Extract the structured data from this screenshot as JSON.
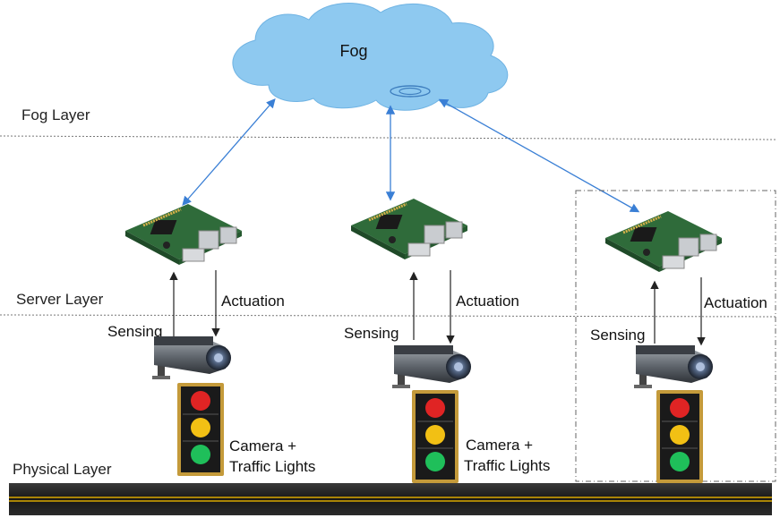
{
  "cloud": {
    "label": "Fog",
    "color": "#8ec9f0"
  },
  "layers": {
    "fog": "Fog Layer",
    "server": "Server Layer",
    "physical": "Physical Layer"
  },
  "nodes": [
    {
      "id": "left",
      "sensing": "Sensing",
      "actuation": "Actuation",
      "caption_line1": "Camera +",
      "caption_line2": "Traffic Lights"
    },
    {
      "id": "middle",
      "sensing": "Sensing",
      "actuation": "Actuation",
      "caption_line1": "Camera +",
      "caption_line2": "Traffic Lights"
    },
    {
      "id": "right",
      "sensing": "Sensing",
      "actuation": "Actuation"
    }
  ],
  "colors": {
    "link_arrow": "#3a7fd5",
    "board_green": "#2f6b3a",
    "red_light": "#e02424",
    "yellow_light": "#f2c014",
    "green_light": "#1fbf5a",
    "road": "#1c1c1c",
    "road_stripe": "#d9a800"
  }
}
